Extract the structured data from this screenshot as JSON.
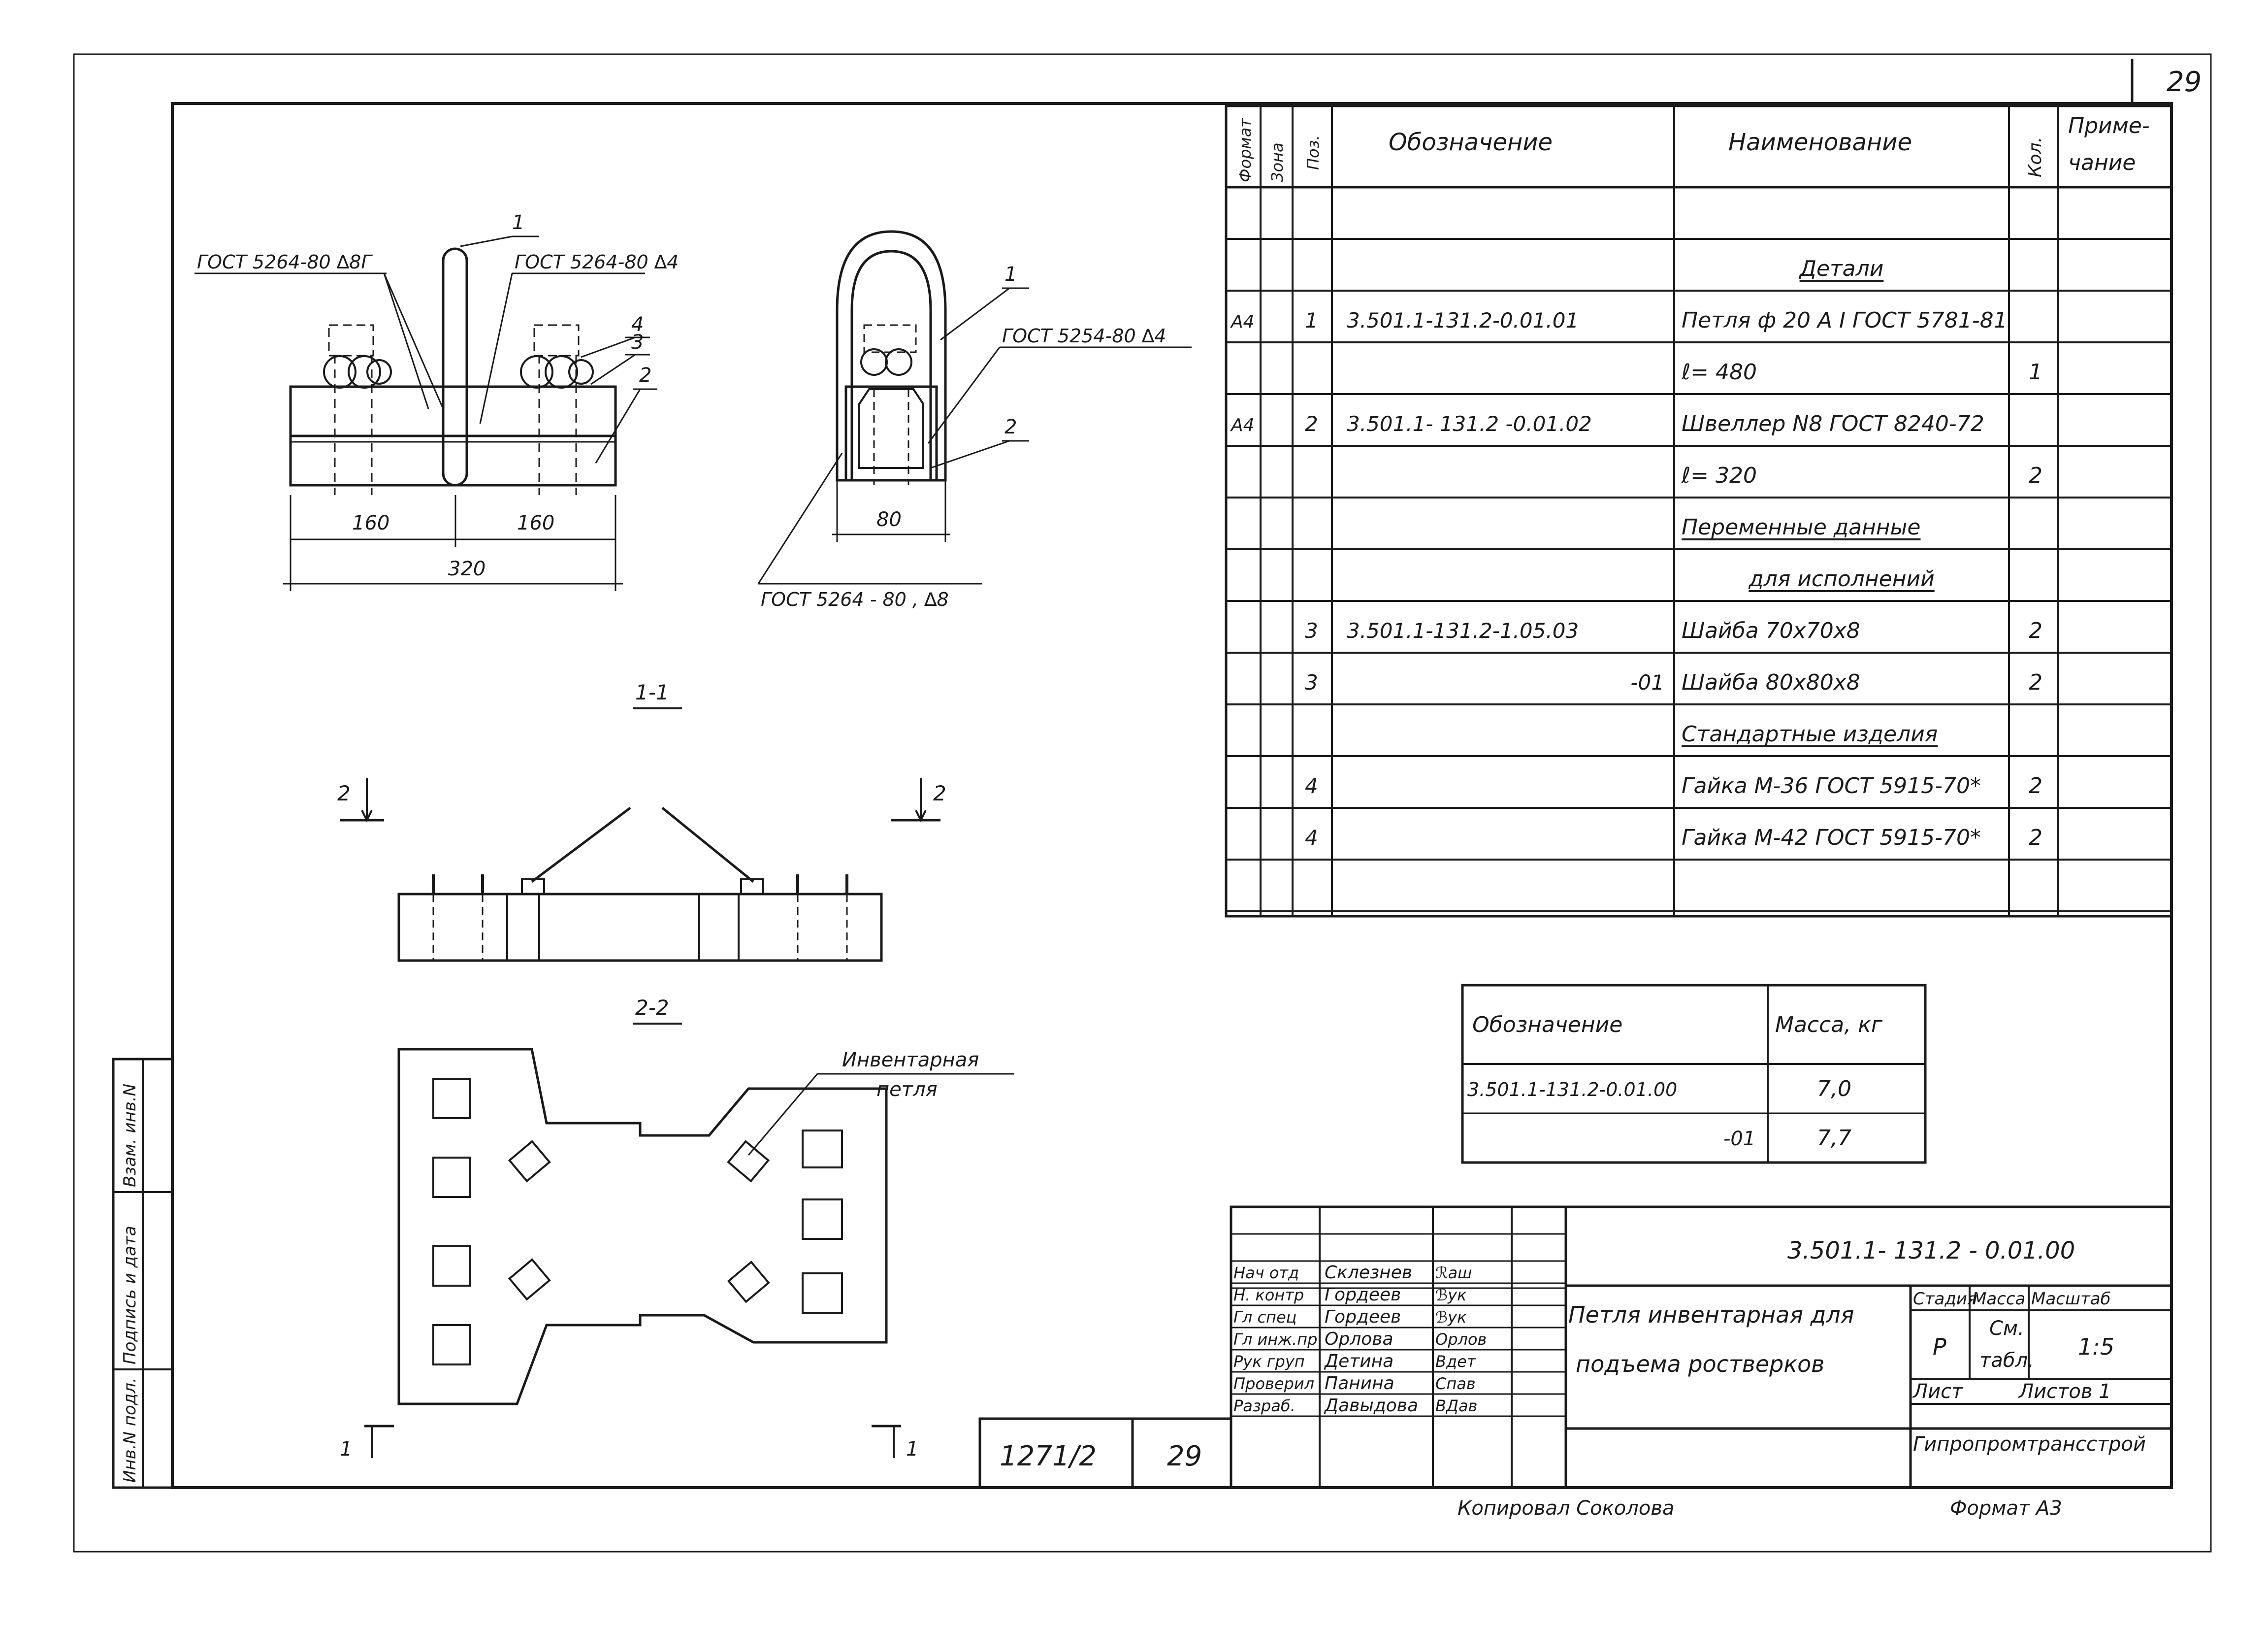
{
  "sheet": {
    "page_number": "29",
    "dimensions": {
      "d160a": "160",
      "d160b": "160",
      "d320": "320",
      "d80": "80"
    },
    "welds": {
      "w1": "ГОСТ 5264-80 ∆8Г",
      "w2": "ГОСТ 5264-80  ∆4",
      "w3": "ГОСТ 5254-80  ∆4",
      "w4": "ГОСТ 5264 - 80 ,  ∆8"
    },
    "leaders": {
      "p1": "1",
      "p4": "4",
      "p3": "3",
      "p2": "2",
      "q1": "1",
      "q2": "2"
    },
    "sections": {
      "s11": "1-1",
      "s22": "2-2",
      "arrow2l": "2",
      "arrow2r": "2",
      "arrow1l": "1",
      "arrow1r": "1"
    },
    "inventory_loop_label": [
      "Инвентарная",
      "петля"
    ]
  },
  "spec_table": {
    "headers": {
      "format": "Формат",
      "zone": "Зона",
      "pos": "Поз.",
      "designation": "Обозначение",
      "name": "Наименование",
      "qty": "Кол.",
      "note": [
        "Приме-",
        "чание"
      ]
    },
    "rows": [
      {
        "format": "",
        "pos": "",
        "designation": "",
        "name": "",
        "qty": ""
      },
      {
        "format": "",
        "pos": "",
        "designation": "",
        "name": "Детали",
        "qty": "",
        "underline": true,
        "center": true
      },
      {
        "format": "А4",
        "pos": "1",
        "designation": "3.501.1-131.2-0.01.01",
        "name": "Петля  ф 20 А I  ГОСТ 5781-81",
        "qty": ""
      },
      {
        "format": "",
        "pos": "",
        "designation": "",
        "name": "ℓ= 480",
        "qty": "1"
      },
      {
        "format": "А4",
        "pos": "2",
        "designation": "3.501.1- 131.2 -0.01.02",
        "name": "Швеллер N8  ГОСТ 8240-72",
        "qty": ""
      },
      {
        "format": "",
        "pos": "",
        "designation": "",
        "name": "ℓ= 320",
        "qty": "2"
      },
      {
        "format": "",
        "pos": "",
        "designation": "",
        "name": "Переменные   данные",
        "qty": "",
        "underline": true
      },
      {
        "format": "",
        "pos": "",
        "designation": "",
        "name": "для   исполнений",
        "qty": "",
        "underline": true,
        "center": true
      },
      {
        "format": "",
        "pos": "3",
        "designation": "3.501.1-131.2-1.05.03",
        "name": "Шайба  70х70х8",
        "qty": "2"
      },
      {
        "format": "",
        "pos": "3",
        "designation": "-01",
        "name": "Шайба  80х80х8",
        "qty": "2",
        "right": true
      },
      {
        "format": "",
        "pos": "",
        "designation": "",
        "name": "Стандартные  изделия",
        "qty": "",
        "underline": true
      },
      {
        "format": "",
        "pos": "4",
        "designation": "",
        "name": "Гайка  М-36  ГОСТ 5915-70*",
        "qty": "2"
      },
      {
        "format": "",
        "pos": "4",
        "designation": "",
        "name": "Гайка  М-42  ГОСТ 5915-70*",
        "qty": "2"
      },
      {
        "format": "",
        "pos": "",
        "designation": "",
        "name": "",
        "qty": ""
      }
    ]
  },
  "mass_table": {
    "headers": {
      "designation": "Обозначение",
      "mass": "Масса,  кг"
    },
    "rows": [
      {
        "designation": "3.501.1-131.2-0.01.00",
        "mass": "7,0"
      },
      {
        "designation": "-01",
        "mass": "7,7"
      }
    ]
  },
  "title_block": {
    "code": "3.501.1- 131.2 - 0.01.00",
    "title": [
      "Петля  инвентарная  для",
      "подъема  ростверков"
    ],
    "stage_label": "Стадия",
    "mass_label": "Масса",
    "scale_label": "Масштаб",
    "stage": "Р",
    "mass": [
      "См.",
      "табл."
    ],
    "scale": "1:5",
    "sheet_label": "Лист",
    "sheets_label": "Листов 1",
    "organization": "Гипропромтрансстрой",
    "people": [
      {
        "role": "Нач отд",
        "name": "Склезнев",
        "sign": "ℛаш"
      },
      {
        "role": "Н. контр",
        "name": "Гордеев",
        "sign": "ℬук"
      },
      {
        "role": "Гл спец",
        "name": "Гордеев",
        "sign": "ℬук"
      },
      {
        "role": "Гл инж.пр",
        "name": "Орлова",
        "sign": "Орлов"
      },
      {
        "role": "Рук груп",
        "name": "Детина",
        "sign": "Вдет"
      },
      {
        "role": "Проверил",
        "name": "Панина",
        "sign": "Спав"
      },
      {
        "role": "Разраб.",
        "name": "Давыдова",
        "sign": "ВДав"
      }
    ],
    "album": "1271/2",
    "album_page": "29",
    "copied": "Копировал   Соколова",
    "format": "Формат А3"
  },
  "left_stamp": [
    "Инв.N подл.",
    "Подпись и дата",
    "Взам. инв.N"
  ]
}
